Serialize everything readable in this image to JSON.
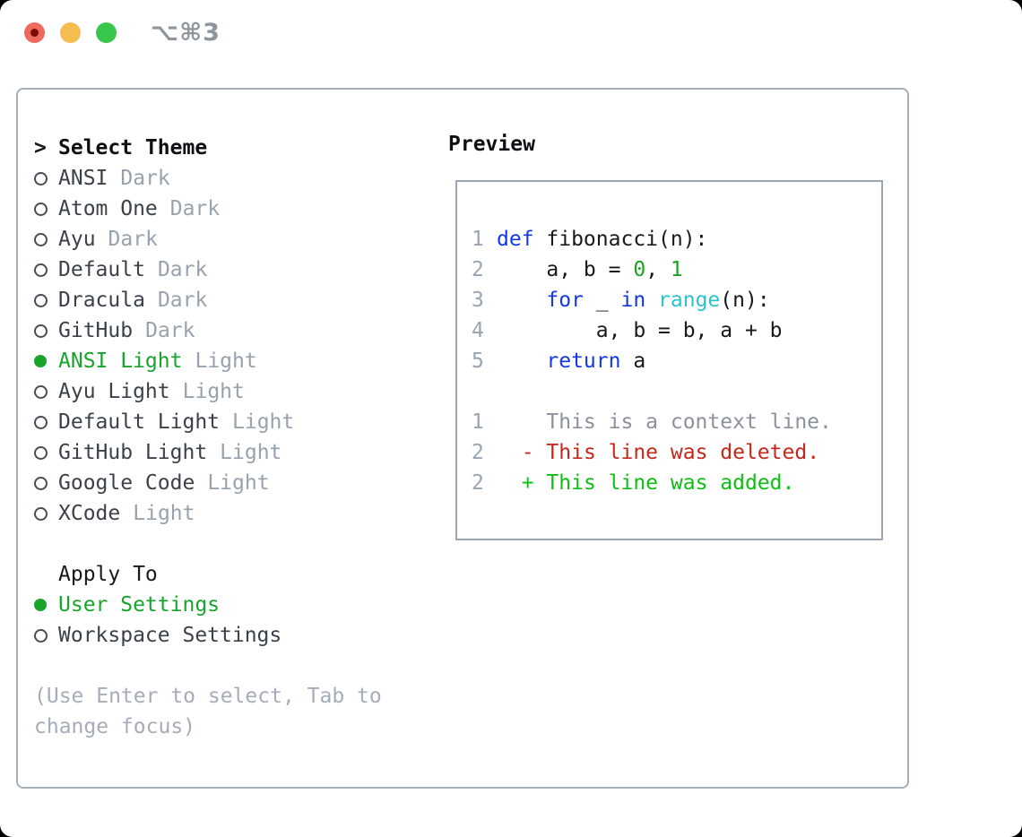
{
  "window": {
    "title": "⌥⌘3",
    "traffic_lights": [
      "close",
      "minimize",
      "zoom"
    ]
  },
  "colors": {
    "accent_green": "#18a52d",
    "added_green": "#0fbe15",
    "deleted_red": "#c5281b",
    "kw": "#1437ec",
    "fn": "#2ac3cd",
    "num": "#1ea224",
    "tx": "#17191d",
    "ctx": "#8b929c",
    "lineno": "#9aa4b0",
    "item_text": "#3a4149",
    "tag_gray": "#98a2ad",
    "hint_gray": "#a6adb8",
    "radio_outline": "#464d56"
  },
  "theme_panel": {
    "prompt": ">",
    "header": "Select Theme",
    "items": [
      {
        "name": "ANSI",
        "tag": "Dark",
        "selected": false
      },
      {
        "name": "Atom One",
        "tag": "Dark",
        "selected": false
      },
      {
        "name": "Ayu",
        "tag": "Dark",
        "selected": false
      },
      {
        "name": "Default",
        "tag": "Dark",
        "selected": false
      },
      {
        "name": "Dracula",
        "tag": "Dark",
        "selected": false
      },
      {
        "name": "GitHub",
        "tag": "Dark",
        "selected": false
      },
      {
        "name": "ANSI Light",
        "tag": "Light",
        "selected": true
      },
      {
        "name": "Ayu Light",
        "tag": "Light",
        "selected": false
      },
      {
        "name": "Default Light",
        "tag": "Light",
        "selected": false
      },
      {
        "name": "GitHub Light",
        "tag": "Light",
        "selected": false
      },
      {
        "name": "Google Code",
        "tag": "Light",
        "selected": false
      },
      {
        "name": "XCode",
        "tag": "Light",
        "selected": false
      }
    ]
  },
  "apply_panel": {
    "header": "Apply To",
    "options": [
      {
        "label": "User Settings",
        "selected": true
      },
      {
        "label": "Workspace Settings",
        "selected": false
      }
    ]
  },
  "hint": "(Use Enter to select, Tab to change focus)",
  "preview": {
    "header": "Preview",
    "lines": [
      {
        "no": "1",
        "segs": [
          {
            "t": "def",
            "c": "kw"
          },
          {
            "t": " fibonacci(n):",
            "c": "tx"
          }
        ]
      },
      {
        "no": "2",
        "segs": [
          {
            "t": "    a, b = ",
            "c": "tx"
          },
          {
            "t": "0",
            "c": "num"
          },
          {
            "t": ", ",
            "c": "tx"
          },
          {
            "t": "1",
            "c": "num"
          }
        ]
      },
      {
        "no": "3",
        "segs": [
          {
            "t": "    ",
            "c": "tx"
          },
          {
            "t": "for",
            "c": "kw"
          },
          {
            "t": " _ ",
            "c": "tx"
          },
          {
            "t": "in",
            "c": "kw"
          },
          {
            "t": " ",
            "c": "tx"
          },
          {
            "t": "range",
            "c": "fn"
          },
          {
            "t": "(n):",
            "c": "tx"
          }
        ]
      },
      {
        "no": "4",
        "segs": [
          {
            "t": "        a, b = b, a + b",
            "c": "tx"
          }
        ]
      },
      {
        "no": "5",
        "segs": [
          {
            "t": "    ",
            "c": "tx"
          },
          {
            "t": "return",
            "c": "kw"
          },
          {
            "t": " a",
            "c": "tx"
          }
        ]
      },
      {
        "no": "",
        "segs": []
      },
      {
        "no": "1",
        "segs": [
          {
            "t": "    This is a context line.",
            "c": "ctx"
          }
        ]
      },
      {
        "no": "2",
        "segs": [
          {
            "t": "  ",
            "c": "tx"
          },
          {
            "t": "- This line was deleted.",
            "c": "deleted_red"
          }
        ]
      },
      {
        "no": "2",
        "segs": [
          {
            "t": "  ",
            "c": "tx"
          },
          {
            "t": "+ This line was added.",
            "c": "added_green"
          }
        ]
      }
    ]
  }
}
